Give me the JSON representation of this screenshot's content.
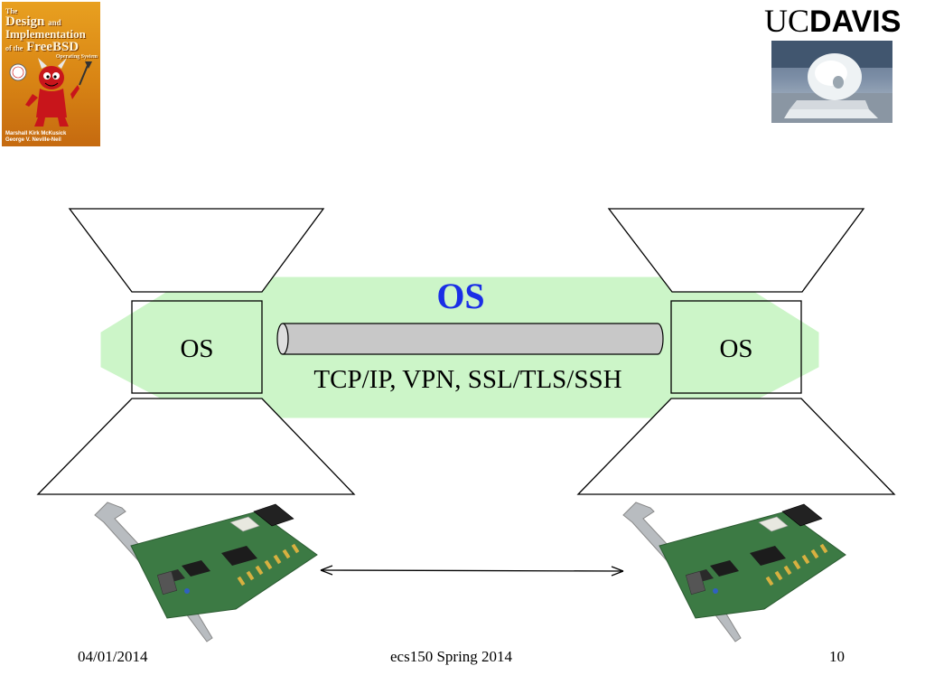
{
  "book": {
    "title_line1": "The",
    "title_line2": "Design",
    "title_line3": "and",
    "title_line4": "Implementation",
    "title_line5": "of the",
    "title_line6": "FreeBSD",
    "title_line7": "Operating System",
    "authors_line1": "Marshall Kirk McKusick",
    "authors_line2": "George V. Neville-Neil"
  },
  "logo": {
    "uc": "UC",
    "davis": "DAVIS"
  },
  "diagram": {
    "cloud_label": "OS",
    "left_box_label": "OS",
    "right_box_label": "OS",
    "pipe_label": "TCP/IP, VPN, SSL/TLS/SSH"
  },
  "colors": {
    "cloud_fill": "#ccf5c8",
    "cloud_label": "#1a2ee6",
    "pipe_fill": "#c8c8c8",
    "card_green": "#3c7a44",
    "bracket_gray": "#b8bcc0"
  },
  "footer": {
    "date": "04/01/2014",
    "course": "ecs150 Spring 2014",
    "page": "10"
  }
}
